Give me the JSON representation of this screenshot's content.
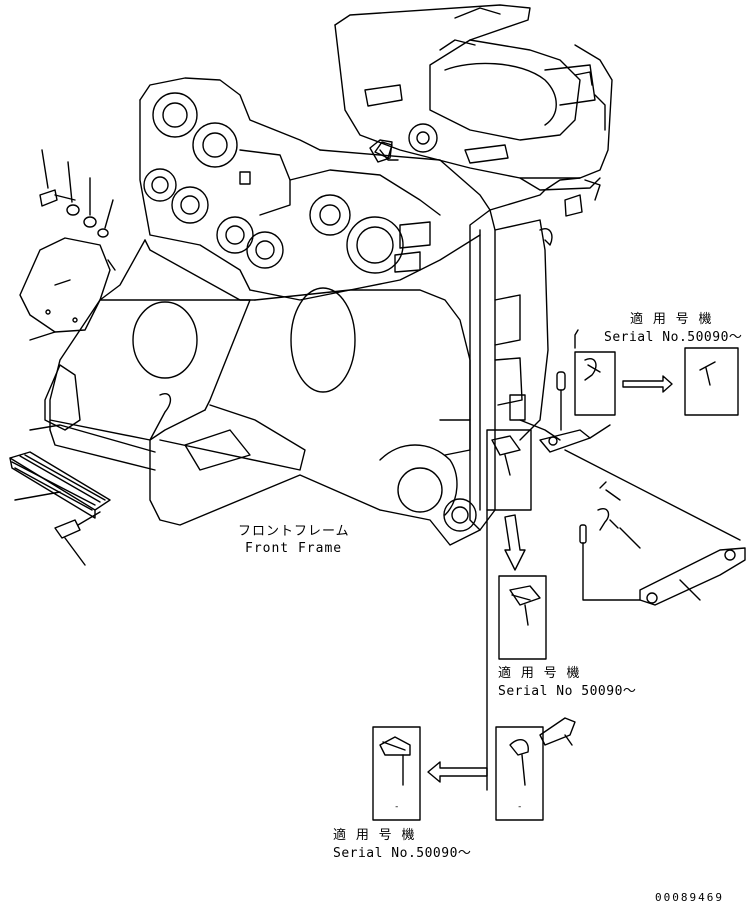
{
  "labels": {
    "front_frame_jp": "フロントフレーム",
    "front_frame_en": "Front Frame",
    "applicable_jp_1": "適 用 号 機",
    "serial_1": "Serial No.50090～",
    "applicable_jp_2": "適 用 号 機",
    "serial_2": "Serial No 50090～",
    "applicable_jp_3": "適 用 号 機",
    "serial_3": "Serial No.50090～",
    "drawing_number": "00089469"
  },
  "boxes": {
    "box_dash_1": "-",
    "box_dash_2": "-"
  }
}
